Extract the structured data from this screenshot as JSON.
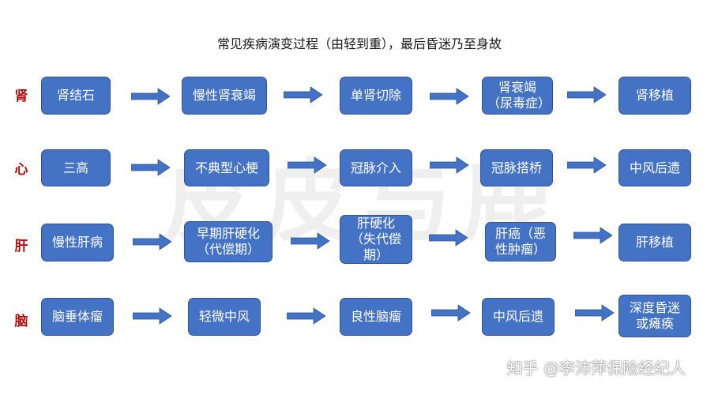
{
  "title": "常见疾病演变过程（由轻到重），最后昏迷乃至身故",
  "watermark": "皮皮与鹿",
  "footer": "知乎 @李沛萍保险经纪人",
  "colors": {
    "node_fill": "#4472c4",
    "node_border": "#2f5597",
    "arrow": "#4472c4",
    "label": "#b50f0f"
  },
  "rows": [
    {
      "label": "肾",
      "steps": [
        "肾结石",
        "慢性肾衰竭",
        "单肾切除",
        "肾衰竭\n（尿毒症）",
        "肾移植"
      ]
    },
    {
      "label": "心",
      "steps": [
        "三高",
        "不典型心梗",
        "冠脉介入",
        "冠脉搭桥",
        "中风后遗"
      ]
    },
    {
      "label": "肝",
      "steps": [
        "慢性肝病",
        "早期肝硬化\n（代偿期）",
        "肝硬化\n（失代偿\n期）",
        "肝癌（恶\n性肿瘤）",
        "肝移植"
      ]
    },
    {
      "label": "脑",
      "steps": [
        "脑垂体瘤",
        "轻微中风",
        "良性脑瘤",
        "中风后遗",
        "深度昏迷\n或瘫痪"
      ]
    }
  ]
}
